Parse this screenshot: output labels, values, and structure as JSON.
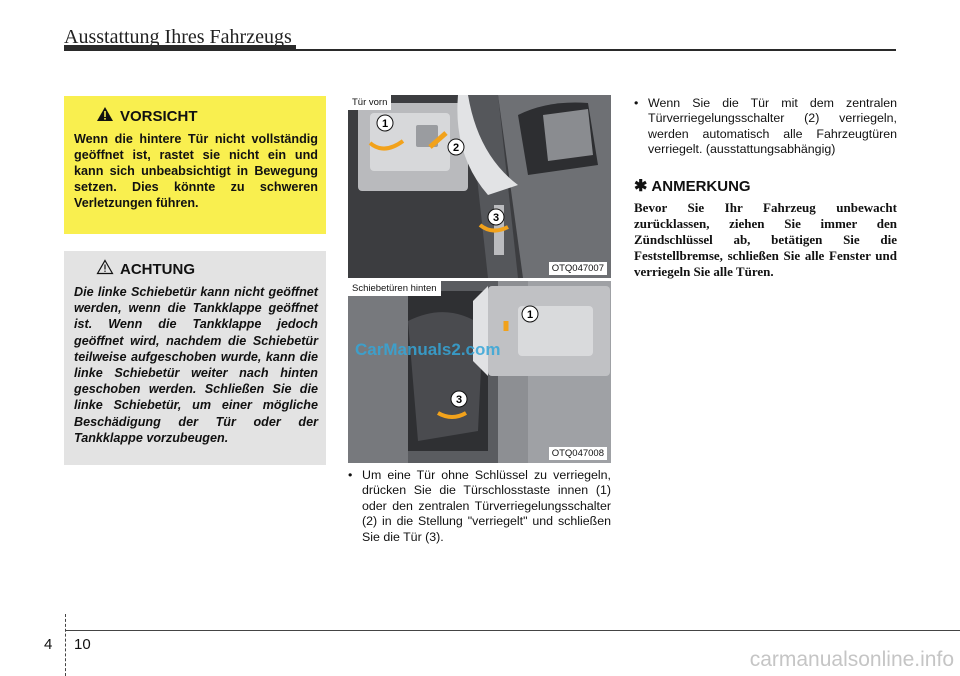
{
  "header": {
    "title": "Ausstattung Ihres Fahrzeugs"
  },
  "vorsicht": {
    "title": "VORSICHT",
    "icon": "warning-triangle-filled",
    "text": "Wenn die hintere Tür nicht vollständig geöffnet ist, rastet sie nicht ein und kann sich unbeabsichtigt in Bewegung setzen. Dies könnte zu schweren Verletzungen führen."
  },
  "achtung": {
    "title": "ACHTUNG",
    "icon": "warning-triangle-outline",
    "text": "Die linke Schiebetür kann nicht geöffnet werden, wenn die Tankklappe geöffnet ist. Wenn die Tankklappe jedoch geöffnet wird, nachdem die Schiebetür teilweise aufgeschoben wurde, kann die linke Schiebetür weiter nach hinten geschoben werden. Schließen Sie die linke Schiebetür, um einer mögliche Beschädigung der Tür oder der Tankklappe vorzubeugen."
  },
  "figures": [
    {
      "label": "Tür vorn",
      "code": "OTQ047007",
      "callouts": [
        "1",
        "2",
        "3"
      ]
    },
    {
      "label": "Schiebetüren hinten",
      "code": "OTQ047008",
      "callouts": [
        "1",
        "3"
      ]
    }
  ],
  "watermark": "CarManuals2.com",
  "column2": {
    "bullet": "Um eine Tür ohne Schlüssel zu verriegeln, drücken Sie die Türschlosstaste innen (1) oder den zentralen Türverriegelungsschalter (2) in die Stellung \"verriegelt\" und schließen Sie die Tür (3)."
  },
  "column3": {
    "bullet": "Wenn Sie die Tür mit dem zentralen Türverriegelungsschalter (2) verriegeln, werden automatisch alle Fahrzeugtüren verriegelt. (ausstattungsabhängig)",
    "note_icon": "star-cross-icon",
    "note_title": "ANMERKUNG",
    "note_text": "Bevor Sie Ihr Fahrzeug unbewacht zurücklassen, ziehen Sie immer den Zündschlüssel ab, betätigen Sie die Feststellbremse, schließen Sie alle Fenster und verriegeln Sie alle Türen."
  },
  "footer": {
    "section": "4",
    "page": "10",
    "site": "carmanualsonline.info"
  },
  "colors": {
    "caution_bg": "#f9ef4f",
    "attention_bg": "#e3e3e3",
    "watermark": "#35a6d8"
  }
}
